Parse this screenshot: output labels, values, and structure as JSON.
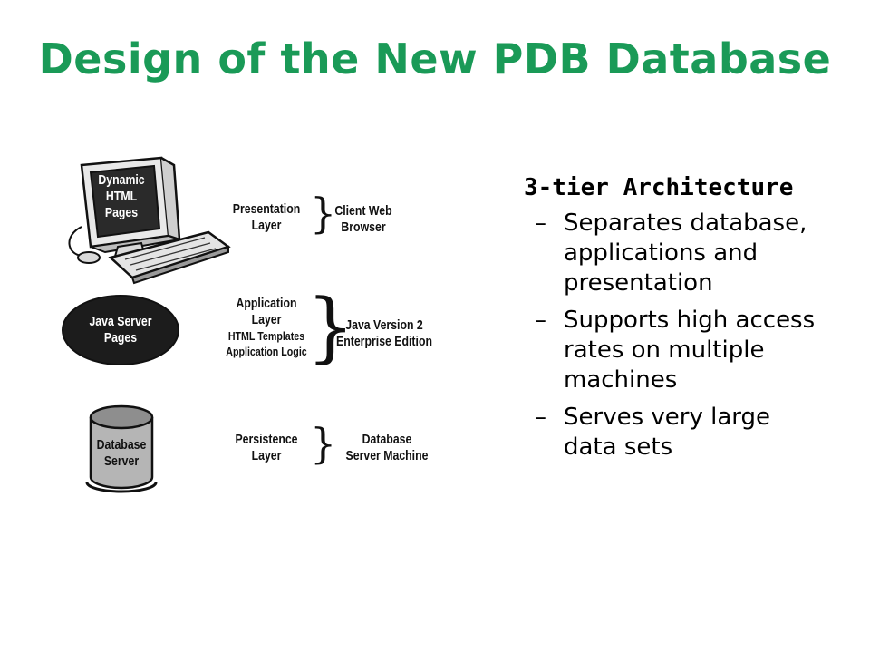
{
  "title": "Design of the New PDB Database",
  "diagram": {
    "monitor_label": [
      "Dynamic",
      "HTML",
      "Pages"
    ],
    "jsp_label": [
      "Java Server",
      "Pages"
    ],
    "db_label": [
      "Database",
      "Server"
    ],
    "tiers": [
      {
        "layer": [
          "Presentation",
          "Layer"
        ],
        "platform": [
          "Client Web",
          "Browser"
        ]
      },
      {
        "layer": [
          "Application",
          "Layer",
          "HTML Templates",
          "Application Logic"
        ],
        "platform": [
          "Java Version 2",
          "Enterprise Edition"
        ]
      },
      {
        "layer": [
          "Persistence",
          "Layer"
        ],
        "platform": [
          "Database",
          "Server Machine"
        ]
      }
    ]
  },
  "panel": {
    "heading": "3-tier Architecture",
    "bullet_dash": "–",
    "bullets": [
      "Separates database, applications and presentation",
      "Supports high access rates on multiple machines",
      "Serves very large data sets"
    ]
  }
}
